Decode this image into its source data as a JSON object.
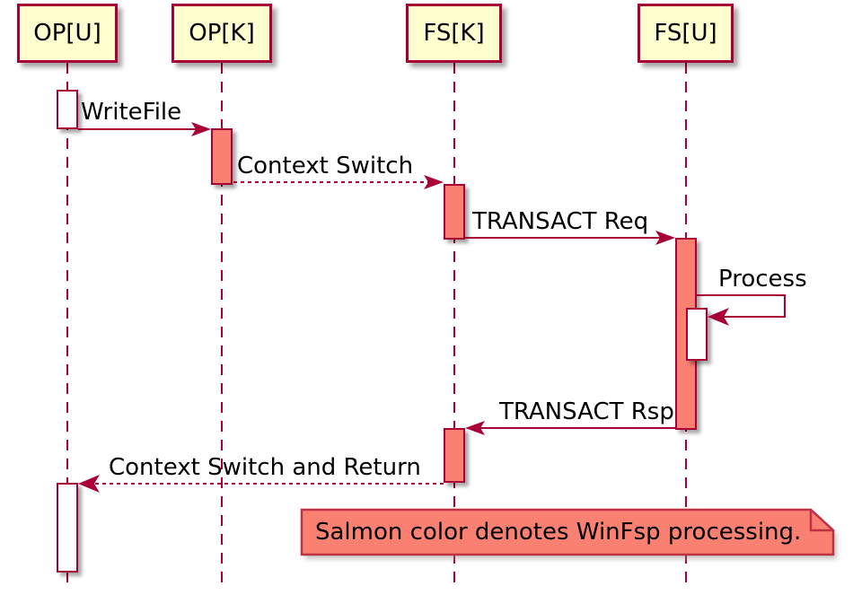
{
  "diagram": {
    "type": "uml-sequence",
    "participants": [
      {
        "id": "opu",
        "name": "OP[U]"
      },
      {
        "id": "opk",
        "name": "OP[K]"
      },
      {
        "id": "fsk",
        "name": "FS[K]"
      },
      {
        "id": "fsu",
        "name": "FS[U]"
      }
    ],
    "messages": [
      {
        "label": "WriteFile",
        "from": "OP[U]",
        "to": "OP[K]",
        "line": "solid"
      },
      {
        "label": "Context Switch",
        "from": "OP[K]",
        "to": "FS[K]",
        "line": "dashed"
      },
      {
        "label": "TRANSACT Req",
        "from": "FS[K]",
        "to": "FS[U]",
        "line": "solid"
      },
      {
        "label": "Process",
        "from": "FS[U]",
        "to": "FS[U]",
        "line": "solid",
        "self": true
      },
      {
        "label": "TRANSACT Rsp",
        "from": "FS[U]",
        "to": "FS[K]",
        "line": "solid"
      },
      {
        "label": "Context Switch and Return",
        "from": "FS[K]",
        "to": "OP[U]",
        "line": "dashed"
      }
    ],
    "activations": [
      {
        "participant": "OP[U]",
        "style": "plain"
      },
      {
        "participant": "OP[K]",
        "style": "salmon"
      },
      {
        "participant": "FS[K]",
        "style": "salmon"
      },
      {
        "participant": "FS[U]",
        "style": "salmon"
      },
      {
        "participant": "FS[U]",
        "style": "plain",
        "nested": true
      },
      {
        "participant": "FS[K]",
        "style": "salmon"
      },
      {
        "participant": "OP[U]",
        "style": "plain"
      }
    ],
    "note": {
      "text": "Salmon color denotes WinFsp processing."
    },
    "colors": {
      "accent": "#A80036",
      "participant_fill": "#FEFECE",
      "salmon": "#FA8072",
      "note_border": "#BE3246",
      "background": "#FFFFFF",
      "text": "#000000"
    }
  }
}
